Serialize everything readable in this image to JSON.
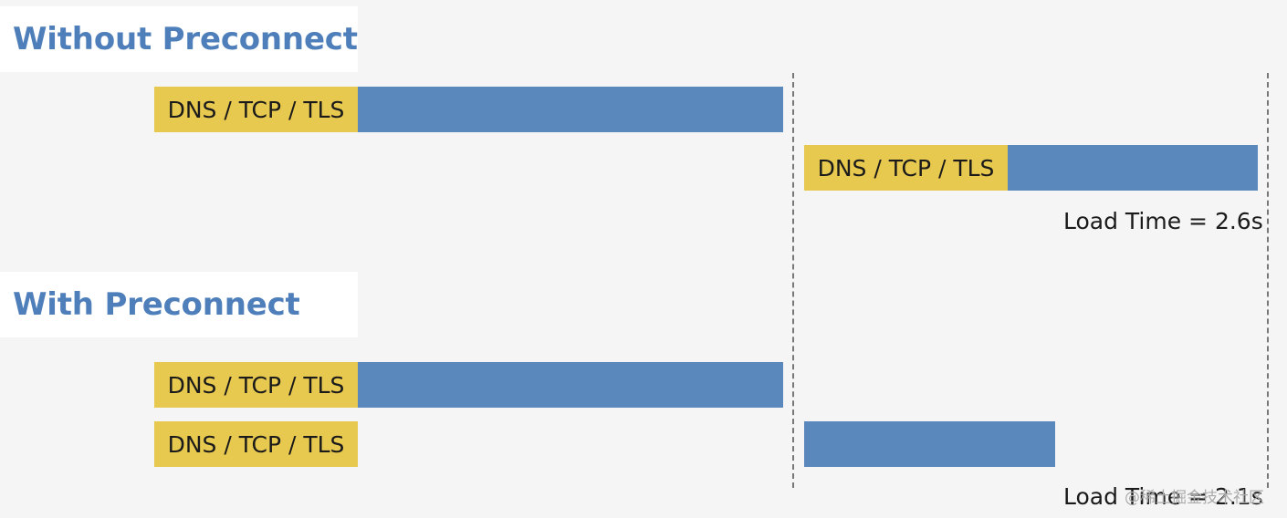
{
  "sections": {
    "without": {
      "title": "Without Preconnect",
      "rows": [
        {
          "label": "DNS / TCP / TLS"
        },
        {
          "label": "DNS / TCP / TLS"
        }
      ],
      "load_time": "Load Time = 2.6s"
    },
    "with": {
      "title": "With Preconnect",
      "rows": [
        {
          "label": "DNS / TCP / TLS"
        },
        {
          "label": "DNS / TCP / TLS"
        }
      ],
      "load_time": "Load Time = 2.1s"
    }
  },
  "watermark": "@稀土掘金技术社区",
  "colors": {
    "title": "#4f7fba",
    "dns_segment": "#e8c94f",
    "transfer_segment": "#5a88bc",
    "background": "#f5f5f5",
    "title_background": "#ffffff",
    "dashed_line": "#777777"
  }
}
